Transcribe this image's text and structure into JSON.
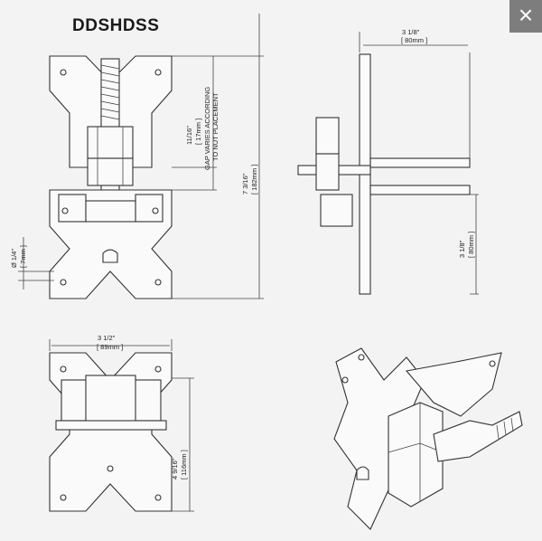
{
  "title": "DDSHDSS",
  "close_button": {
    "icon": "close-icon",
    "label": "×"
  },
  "dimensions": {
    "gap": {
      "inch": "11/16\"",
      "mm": "[ 17mm ]",
      "note_line1": "GAP VARIES ACCORDING",
      "note_line2": "TO NUT PLACEMENT"
    },
    "total_height": {
      "inch": "7 3/16\"",
      "mm": "[ 182mm ]"
    },
    "hole": {
      "inch": "Ø 1/4\"",
      "mm": "[ 7mm ]"
    },
    "side_top_width": {
      "inch": "3 1/8\"",
      "mm": "[ 80mm ]"
    },
    "side_bottom_height": {
      "inch": "3 1/8\"",
      "mm": "[ 80mm ]"
    },
    "bottom_width": {
      "inch": "3 1/2\"",
      "mm": "[ 89mm ]"
    },
    "bottom_height": {
      "inch": "4 9/16\"",
      "mm": "[ 116mm ]"
    }
  }
}
